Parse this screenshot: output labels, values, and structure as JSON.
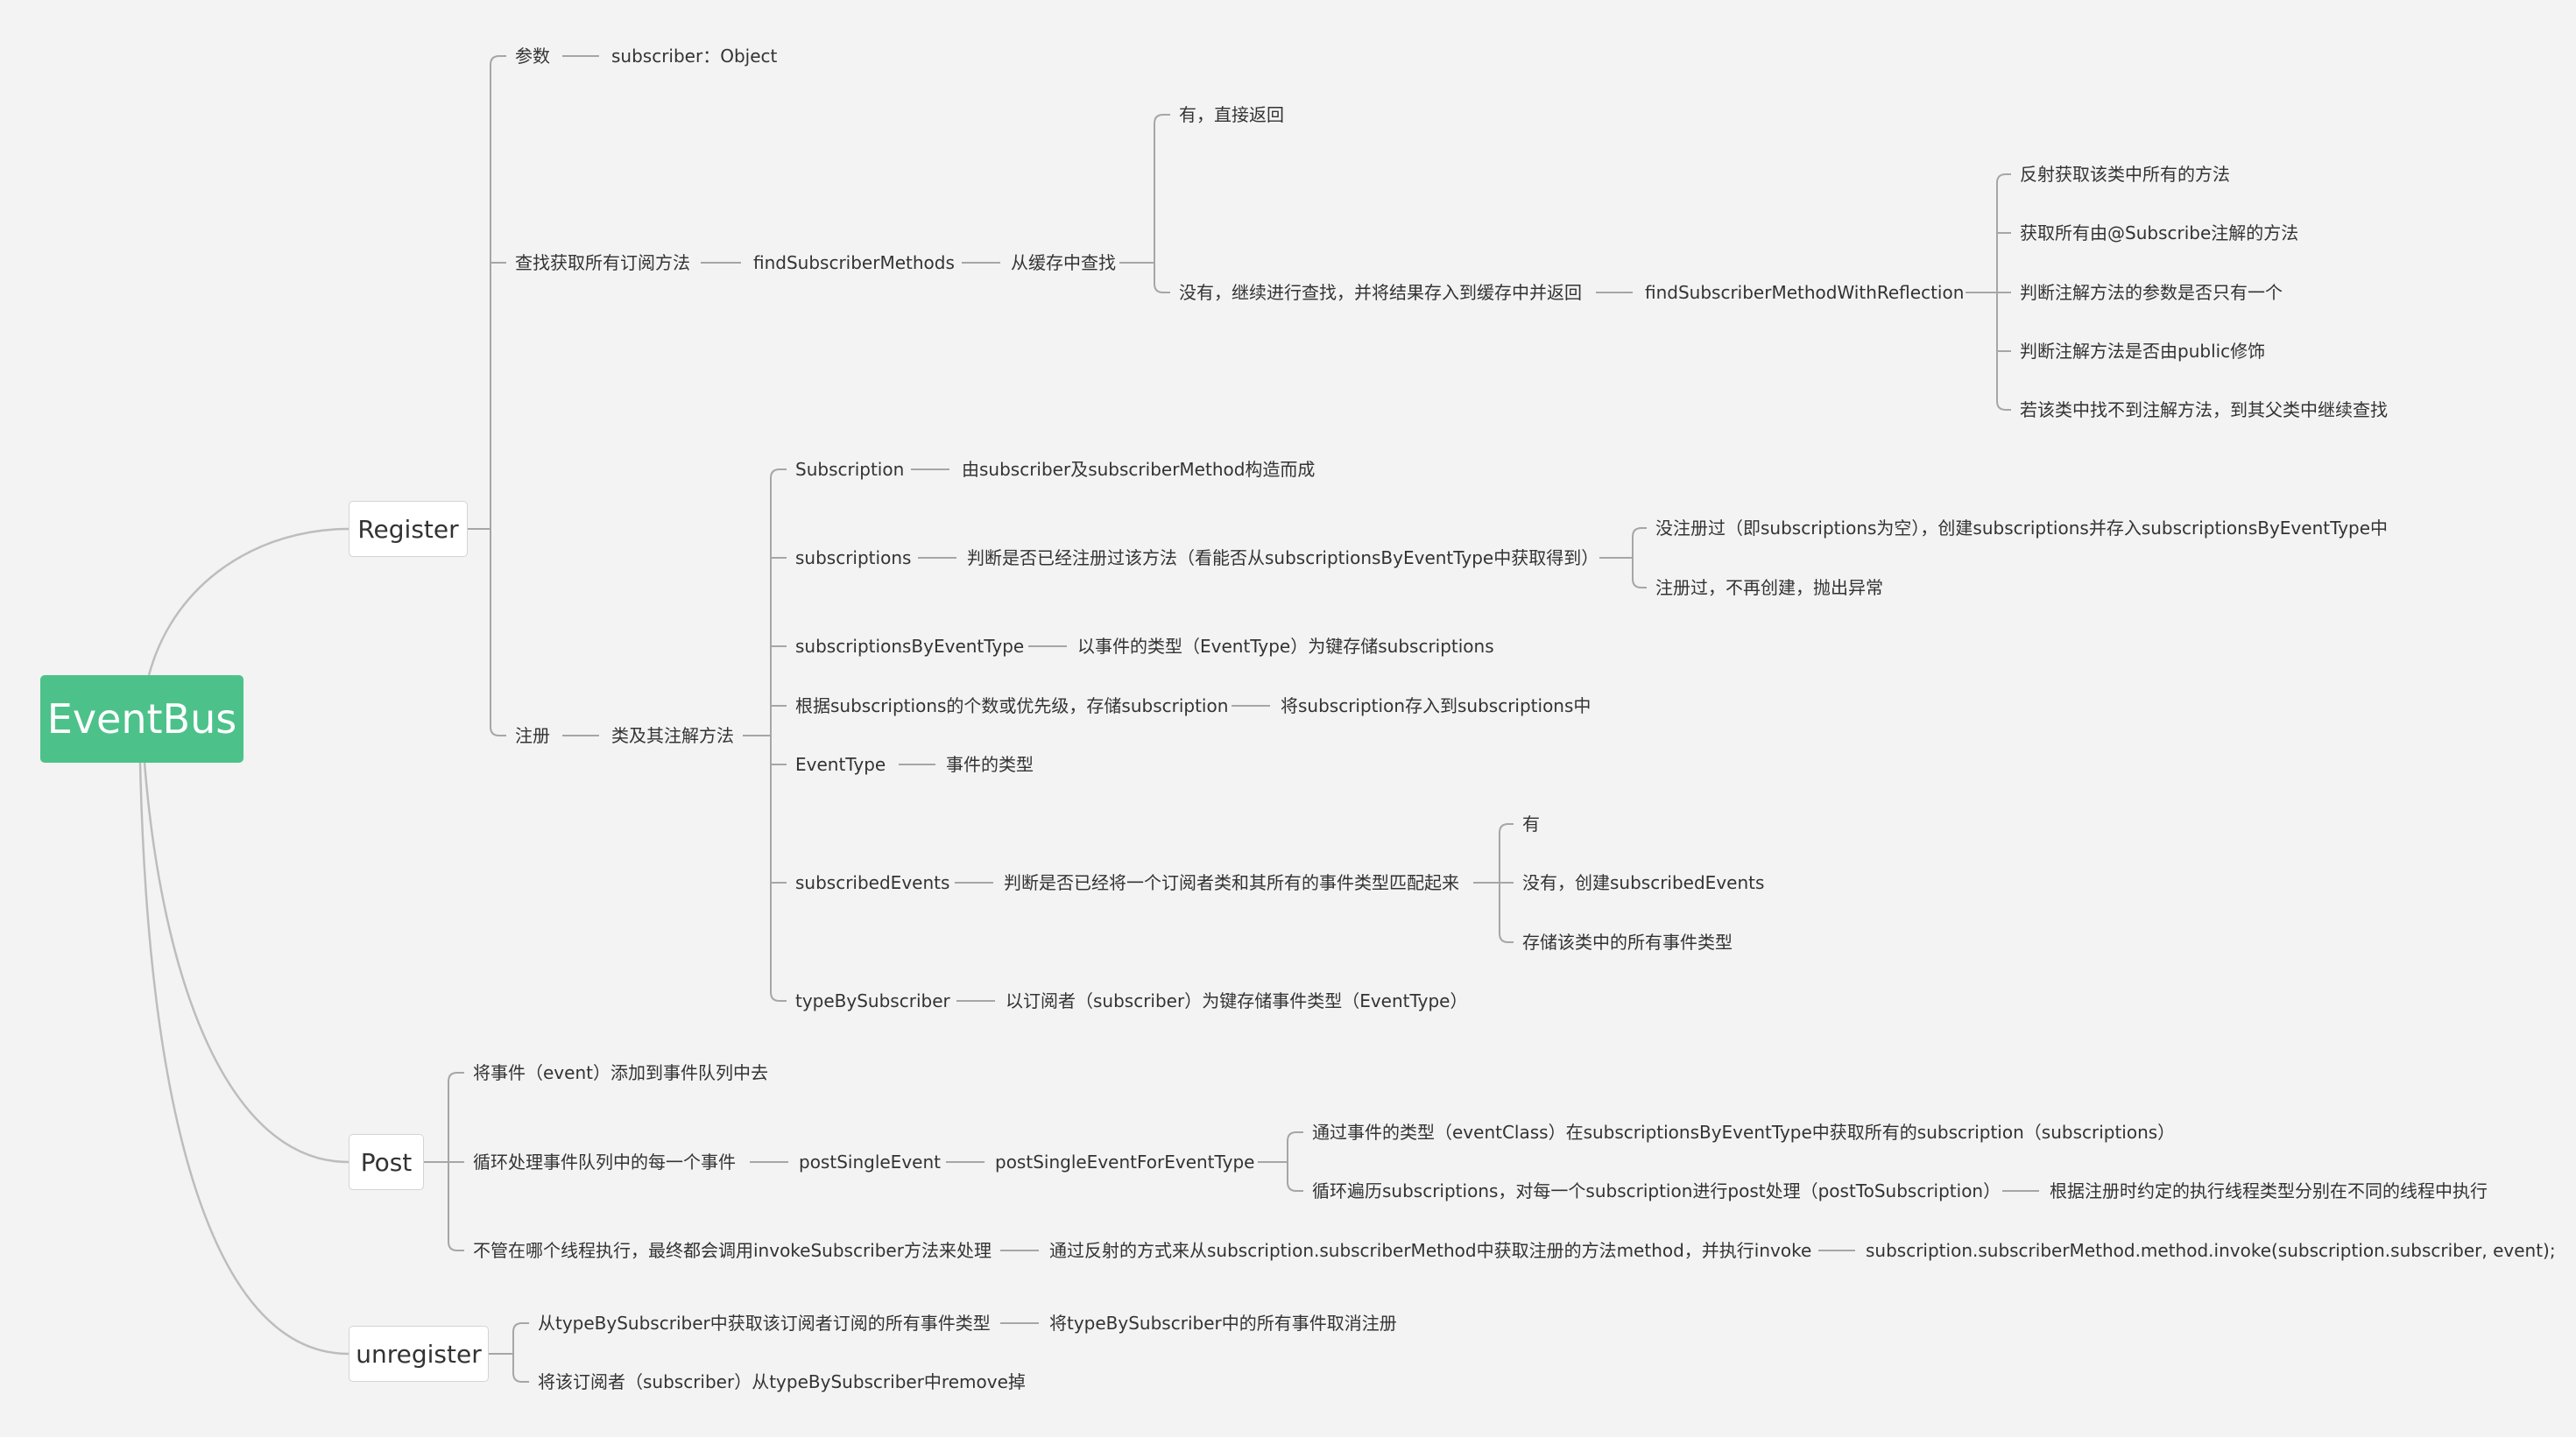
{
  "root": {
    "label": "EventBus",
    "color": "#4cc28a"
  },
  "branches": {
    "register": {
      "label": "Register",
      "param": {
        "label": "参数",
        "value": "subscriber：Object"
      },
      "find": {
        "label": "查找获取所有订阅方法",
        "method": "findSubscriberMethods",
        "cache": "从缓存中查找",
        "hit": "有，直接返回",
        "miss": "没有，继续进行查找，并将结果存入到缓存中并返回",
        "reflection": "findSubscriberMethodWithReflection",
        "steps": [
          "反射获取该类中所有的方法",
          "获取所有由@Subscribe注解的方法",
          "判断注解方法的参数是否只有一个",
          "判断注解方法是否由public修饰",
          "若该类中找不到注解方法，到其父类中继续查找"
        ]
      },
      "reg": {
        "label": "注册",
        "sub": "类及其注解方法",
        "subscription": {
          "label": "Subscription",
          "desc": "由subscriber及subscriberMethod构造而成"
        },
        "subscriptions": {
          "label": "subscriptions",
          "desc": "判断是否已经注册过该方法（看能否从subscriptionsByEventType中获取得到）",
          "options": [
            "没注册过（即subscriptions为空），创建subscriptions并存入subscriptionsByEventType中",
            "注册过，不再创建，抛出异常"
          ]
        },
        "byEventType": {
          "label": "subscriptionsByEventType",
          "desc": "以事件的类型（EventType）为键存储subscriptions"
        },
        "priority": {
          "label": "根据subscriptions的个数或优先级，存储subscription",
          "desc": "将subscription存入到subscriptions中"
        },
        "eventType": {
          "label": "EventType",
          "desc": "事件的类型"
        },
        "subscribedEvents": {
          "label": "subscribedEvents",
          "desc": "判断是否已经将一个订阅者类和其所有的事件类型匹配起来",
          "options": [
            "有",
            "没有，创建subscribedEvents",
            "存储该类中的所有事件类型"
          ]
        },
        "typeBySubscriber": {
          "label": "typeBySubscriber",
          "desc": "以订阅者（subscriber）为键存储事件类型（EventType）"
        }
      }
    },
    "post": {
      "label": "Post",
      "enqueue": "将事件（event）添加到事件队列中去",
      "loop": "循环处理事件队列中的每一个事件",
      "single": "postSingleEvent",
      "forType": "postSingleEventForEventType",
      "forTypeSteps": [
        "通过事件的类型（eventClass）在subscriptionsByEventType中获取所有的subscription（subscriptions）",
        "循环遍历subscriptions，对每一个subscription进行post处理（postToSubscription）"
      ],
      "thread": "根据注册时约定的执行线程类型分别在不同的线程中执行",
      "invoke": "不管在哪个线程执行，最终都会调用invokeSubscriber方法来处理",
      "reflect": "通过反射的方式来从subscription.subscriberMethod中获取注册的方法method，并执行invoke",
      "call": "subscription.subscriberMethod.method.invoke(subscription.subscriber, event);"
    },
    "unregister": {
      "label": "unregister",
      "get": "从typeBySubscriber中获取该订阅者订阅的所有事件类型",
      "cancel": "将typeBySubscriber中的所有事件取消注册",
      "remove": "将该订阅者（subscriber）从typeBySubscriber中remove掉"
    }
  }
}
